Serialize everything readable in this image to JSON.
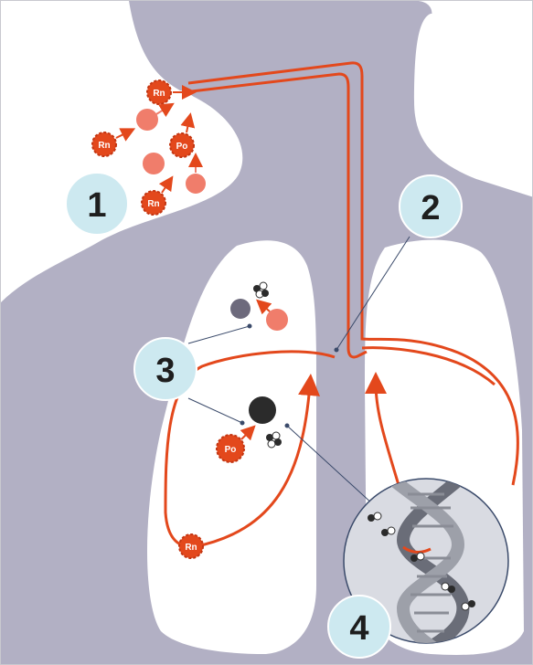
{
  "labels": {
    "step1": "1",
    "step2": "2",
    "step3": "3",
    "step4": "4",
    "radon": "Rn",
    "polonium": "Po"
  },
  "colors": {
    "body": "#b2b0c4",
    "lung": "#ffffff",
    "airway": "#e3481c",
    "radon": "#e3481c",
    "progeny": "#f07d6b",
    "badge": "#cde9f0",
    "badge_stroke": "#ffffff",
    "particle_dark": "#2b2b2b",
    "particle_gray": "#6d6a7c"
  }
}
